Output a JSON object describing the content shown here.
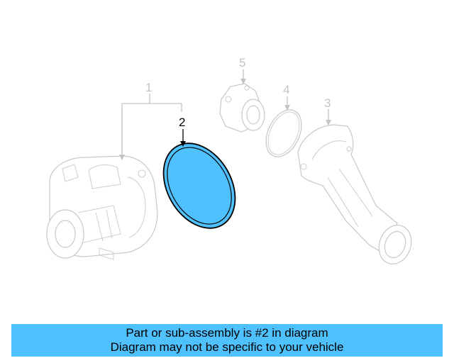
{
  "callouts": {
    "c1": "1",
    "c2": "2",
    "c3": "3",
    "c4": "4",
    "c5": "5"
  },
  "highlight_color": "#4fc1ff",
  "caption": {
    "line1": "Part or sub-assembly is #2 in diagram",
    "line2": "Diagram may not be specific to your vehicle"
  }
}
